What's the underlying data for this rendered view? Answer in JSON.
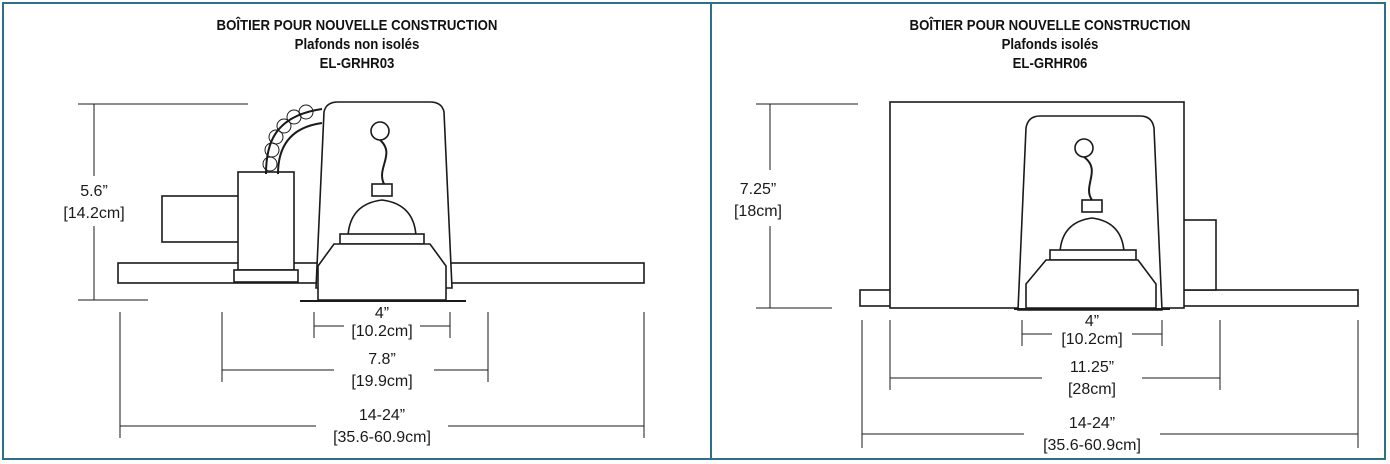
{
  "left": {
    "title": "BOÎTIER POUR NOUVELLE CONSTRUCTION",
    "subtitle": "Plafonds non isolés",
    "model": "EL-GRHR03",
    "height_in": "5.6”",
    "height_cm": "[14.2cm]",
    "aperture_in": "4”",
    "aperture_cm": "[10.2cm]",
    "housing_in": "7.8”",
    "housing_cm": "[19.9cm]",
    "bar_in": "14-24”",
    "bar_cm": "[35.6-60.9cm]"
  },
  "right": {
    "title": "BOÎTIER POUR NOUVELLE CONSTRUCTION",
    "subtitle": "Plafonds isolés",
    "model": "EL-GRHR06",
    "height_in": "7.25”",
    "height_cm": "[18cm]",
    "aperture_in": "4”",
    "aperture_cm": "[10.2cm]",
    "housing_in": "11.25”",
    "housing_cm": "[28cm]",
    "bar_in": "14-24”",
    "bar_cm": "[35.6-60.9cm]"
  },
  "colors": {
    "border": "#2f6f88",
    "line": "#1a1a1a"
  }
}
